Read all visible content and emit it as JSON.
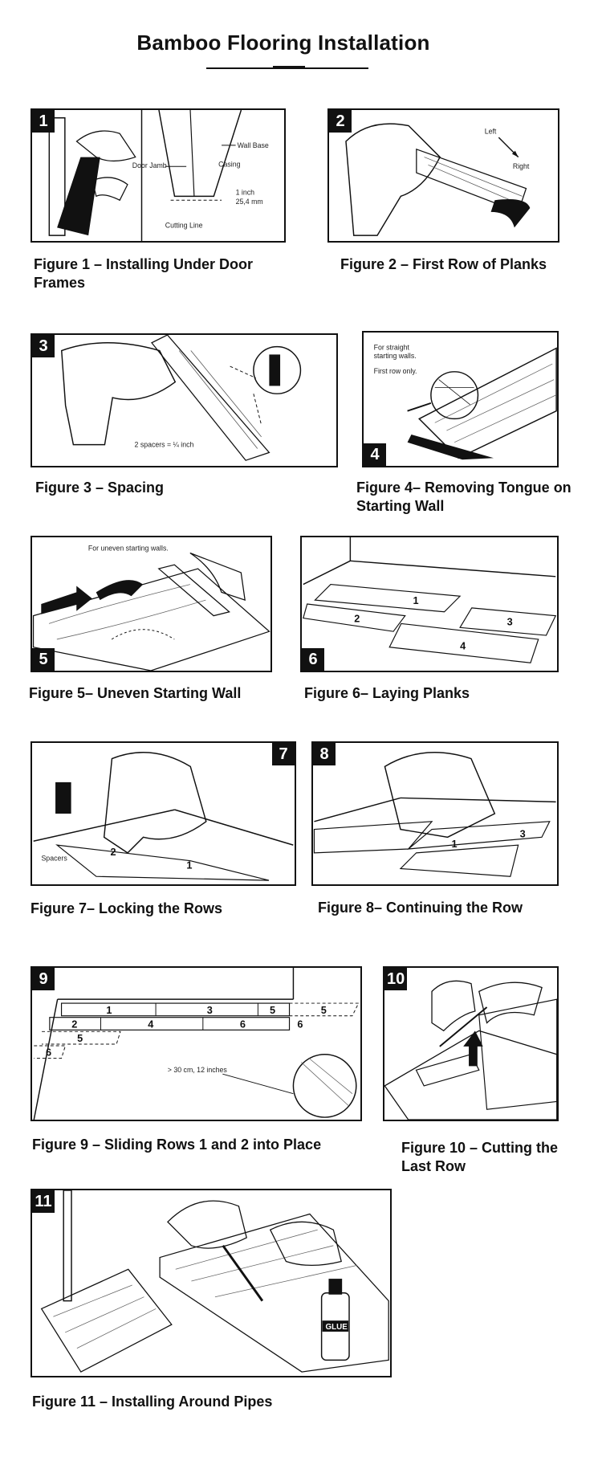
{
  "header": {
    "title": "Bamboo Flooring Installation"
  },
  "figures": [
    {
      "num": "1",
      "caption": "Figure 1 – Installing Under Door Frames",
      "labels": {
        "door_jamb": "Door Jamb",
        "wall_base": "Wall Base",
        "casing": "Casing",
        "inch": "1 inch",
        "mm": "25,4 mm",
        "cutting_line": "Cutting Line"
      }
    },
    {
      "num": "2",
      "caption": "Figure 2 – First Row of Planks",
      "labels": {
        "left": "Left",
        "right": "Right"
      }
    },
    {
      "num": "3",
      "caption": "Figure 3 – Spacing",
      "labels": {
        "spacers": "2 spacers = ¼ inch"
      }
    },
    {
      "num": "4",
      "caption": "Figure 4– Removing Tongue on Starting Wall",
      "labels": {
        "line1": "For straight",
        "line2": "starting walls.",
        "line3": "First row only."
      }
    },
    {
      "num": "5",
      "caption": "Figure 5– Uneven Starting Wall",
      "labels": {
        "note": "For uneven starting walls."
      }
    },
    {
      "num": "6",
      "caption": "Figure 6– Laying Planks",
      "planks": [
        "1",
        "2",
        "3",
        "4"
      ]
    },
    {
      "num": "7",
      "caption": "Figure 7– Locking the Rows",
      "labels": {
        "spacers": "Spacers"
      },
      "planks": [
        "2",
        "1"
      ]
    },
    {
      "num": "8",
      "caption": "Figure 8– Continuing the Row",
      "planks": [
        "1",
        "3"
      ]
    },
    {
      "num": "9",
      "caption": "Figure 9 – Sliding Rows 1 and 2 into Place",
      "labels": {
        "gap": "> 30 cm, 12 inches"
      },
      "planks": [
        "1",
        "3",
        "5",
        "5",
        "2",
        "4",
        "6",
        "6",
        "5",
        "6"
      ]
    },
    {
      "num": "10",
      "caption": "Figure 10 – Cutting the Last Row"
    },
    {
      "num": "11",
      "caption": "Figure 11 – Installing Around Pipes",
      "labels": {
        "glue": "GLUE"
      }
    }
  ]
}
